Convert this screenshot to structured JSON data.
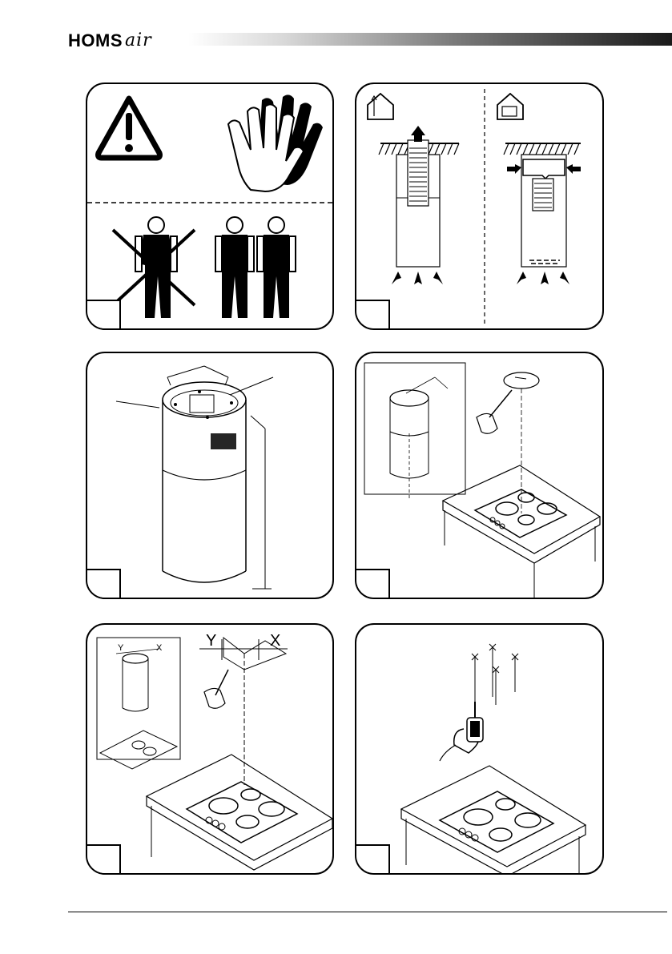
{
  "brand": {
    "name": "HOMS",
    "suffix": "air"
  },
  "panels": [
    {
      "id": 1,
      "step_number": "",
      "icons": [
        "warning-triangle-icon",
        "gloves-icon",
        "one-person-crossed-icon",
        "two-persons-icon"
      ]
    },
    {
      "id": 2,
      "step_number": "",
      "icons": [
        "house-ducted-icon",
        "house-recirculation-icon"
      ]
    },
    {
      "id": 3,
      "step_number": "",
      "icons": [
        "hood-cylinder-icon"
      ]
    },
    {
      "id": 4,
      "step_number": "",
      "icons": [
        "hood-inset-icon",
        "hand-pencil-icon",
        "hob-icon"
      ]
    },
    {
      "id": 5,
      "step_number": "",
      "icons": [
        "hood-inset-icon",
        "hand-pencil-icon",
        "hob-icon"
      ],
      "labels": {
        "inset_y": "Y",
        "inset_x": "X",
        "big_y": "Y",
        "big_x": "X"
      }
    },
    {
      "id": 6,
      "step_number": "",
      "icons": [
        "drill-icon",
        "hob-icon"
      ]
    }
  ]
}
